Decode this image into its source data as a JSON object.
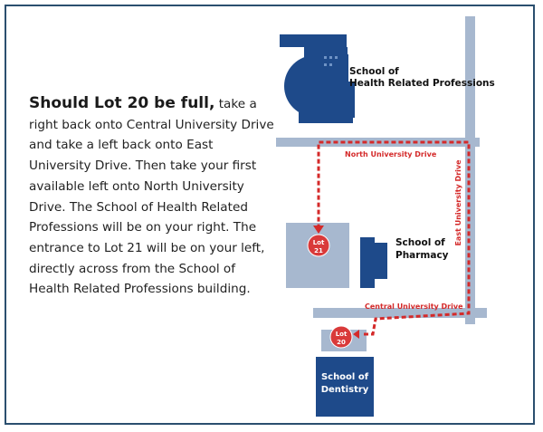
{
  "directions": {
    "lead": "Should Lot 20 be full,",
    "body": " take a right back onto Central University Drive and take a left back onto East University Drive. Then take your first available left onto North University Drive. The School of Health Related Professions will be on your right. The entrance to Lot 21 will be on your left, directly across from the School of Health Related Professions building."
  },
  "buildings": {
    "shrp_line1": "School of",
    "shrp_line2": "Health Related Professions",
    "pharmacy_line1": "School of",
    "pharmacy_line2": "Pharmacy",
    "dentistry_line1": "School of",
    "dentistry_line2": "Dentistry"
  },
  "streets": {
    "north": "North University Drive",
    "east": "East University Drive",
    "central": "Central University Drive"
  },
  "lots": {
    "lot21_line1": "Lot",
    "lot21_line2": "21",
    "lot20_line1": "Lot",
    "lot20_line2": "20"
  },
  "colors": {
    "road": "#a7b8cf",
    "building": "#1e4a8a",
    "lot_marker": "#d93a3a",
    "route": "#d42a2a",
    "frame": "#2b4f6f"
  }
}
